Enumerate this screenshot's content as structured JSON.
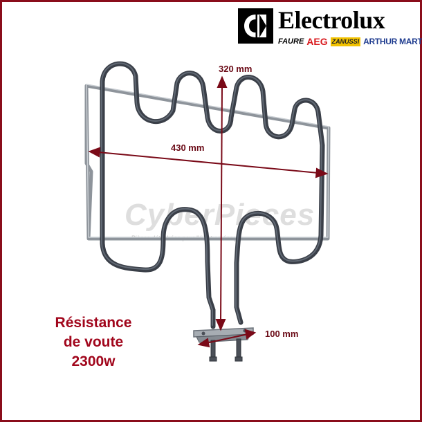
{
  "brand": {
    "name": "Electrolux",
    "sub_brands": [
      "FAURE",
      "AEG",
      "ZANUSSI",
      "ARTHUR MARTIN"
    ]
  },
  "dimensions": {
    "height_label": "320 mm",
    "width_label": "430 mm",
    "bracket_label": "100 mm"
  },
  "watermark": {
    "logo": "CyberPieces",
    "tagline": "Pièces détachées pour l'électroménager"
  },
  "caption": {
    "line1": "Résistance",
    "line2": "de voute",
    "line3": "2300w"
  },
  "colors": {
    "frame": "#8a0d1b",
    "accent": "#a1061c",
    "dimension_line": "#7a0a18",
    "element": "#3a3f48",
    "frame_rod": "#8e949b"
  }
}
